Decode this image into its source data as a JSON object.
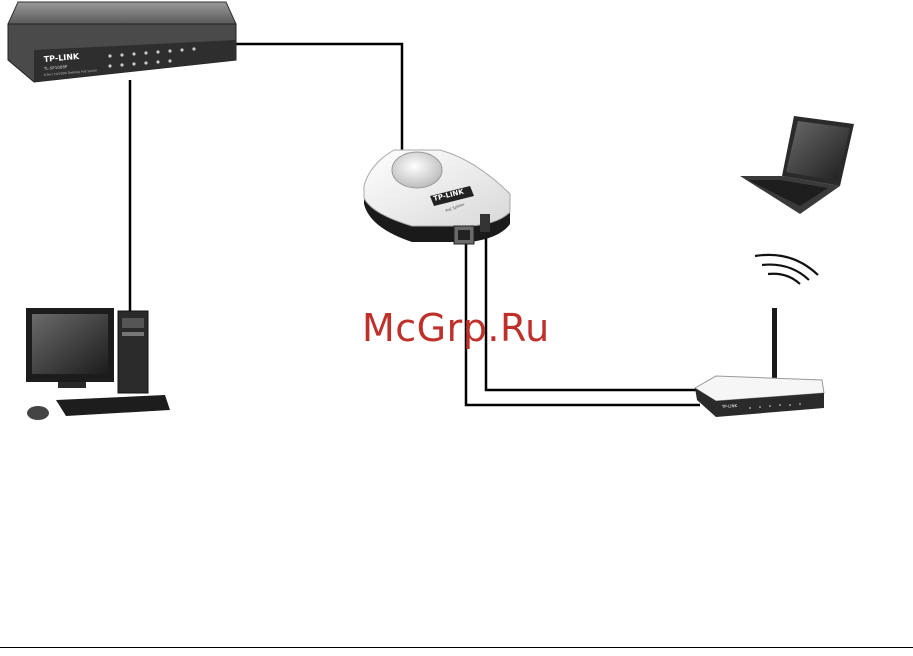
{
  "diagram": {
    "devices": {
      "switch": {
        "brand": "TP-LINK",
        "model": "TL-SF1008P",
        "subtitle": "8-Port 10/100M Desktop PoE Switch"
      },
      "poe_splitter": {
        "brand": "TP-LINK",
        "label": "PoE Splitter"
      },
      "router": {
        "brand": "TP-LINK"
      },
      "desktop": {},
      "laptop": {}
    },
    "watermark": "McGrp.Ru",
    "colors": {
      "cable": "#000000",
      "device_dark": "#3a3a3a",
      "device_light": "#f4f4f4",
      "watermark": "#c0302a"
    }
  }
}
